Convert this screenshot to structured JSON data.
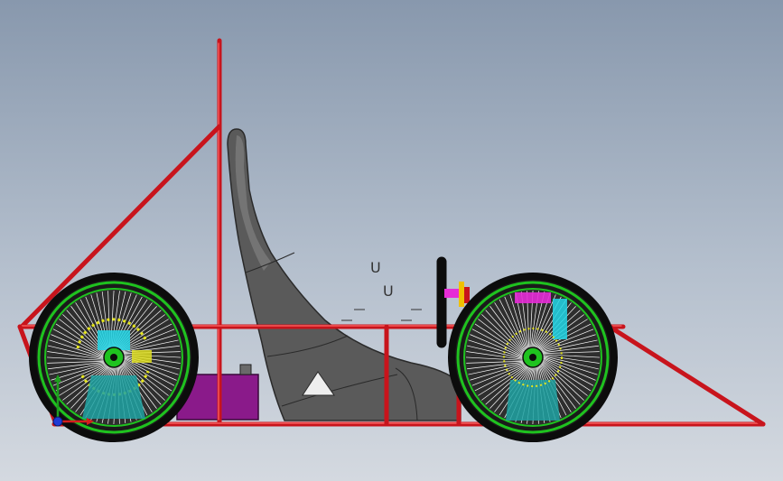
{
  "viewport": {
    "background_top": "#8898ad",
    "background_bottom": "#d4d9e0"
  },
  "model": {
    "frame_color": "#c8141c",
    "frame_highlight": "#ff6a6a",
    "seat_color": "#5a5a5a",
    "seat_edge": "#2a2a2a",
    "tire_color": "#0c0c0c",
    "rim_color": "#1fc21f",
    "spoke_color": "#ffffff",
    "hub_teal": "#1ea2a2",
    "hub_yellow": "#e6e61e",
    "hub_cyan": "#22d6e6",
    "battery_color": "#8a1a8a",
    "steering_pink": "#e62bd6",
    "steering_yellow": "#f0c000",
    "spoke_count": 72
  },
  "annotations": {
    "sym_1": "U",
    "sym_2": "U"
  },
  "triad": {
    "x_color": "#d61e1e",
    "y_color": "#1ea01e",
    "z_color": "#1e3ad6"
  }
}
